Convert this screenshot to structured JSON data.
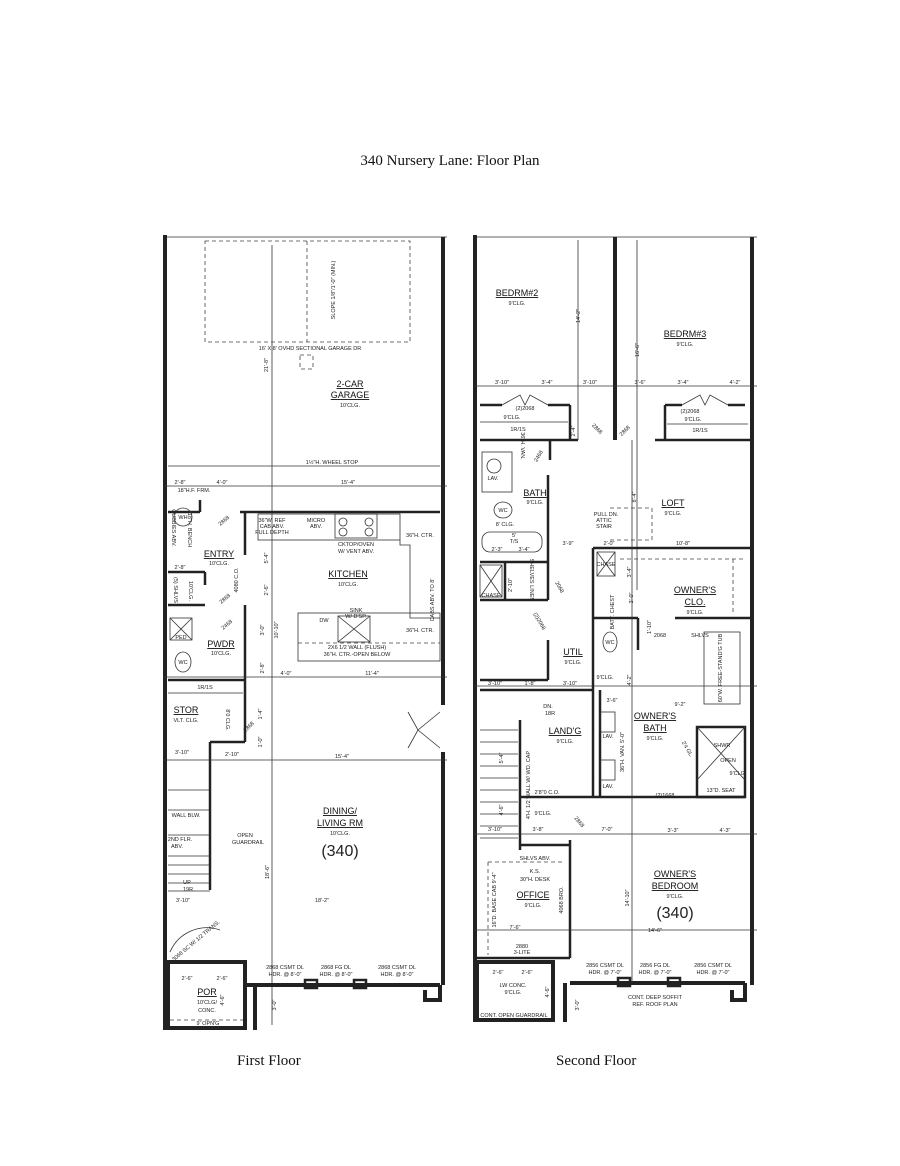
{
  "title": "340 Nursery Lane: Floor Plan",
  "captions": {
    "first": "First Floor",
    "second": "Second Floor"
  },
  "first_floor": {
    "rooms": [
      "2-CAR",
      "GARAGE",
      "ENTRY",
      "KITCHEN",
      "PWDR",
      "STOR",
      "DINING/",
      "LIVING RM",
      "POR"
    ],
    "ceilings": [
      "10'CLG.",
      "10'CLG.",
      "10'CLG.",
      "10'CLG.",
      "VLT. CLG.",
      "10'CLG.",
      "10'CLG/",
      "CONC.",
      "8'0 CLG.",
      "10'CLG."
    ],
    "unit_number": "(340)",
    "notes": [
      "16' X 8' OVHD SECTIONAL GARAGE DR",
      "SLOPE 1/8\"/1'-0\" (MIN.)",
      "1½\"H. WHEEL STOP",
      "18\"H.F. FRM.",
      "WH",
      "36\"W. REF",
      "CAB ABV.",
      "FULL DEPTH",
      "MICRO",
      "ABV.",
      "CKTOP/OVEN",
      "W/ VENT ABV.",
      "36\"H. CTR.",
      "CABS ABV. TO 8'",
      "SINK",
      "W/ D'SP.",
      "DW",
      "36\"H. CTR.",
      "2X6 1/2 WALL (FLUSH)",
      "36\"H. CTR.-OPEN BELOW",
      "4080 C.O.",
      "CUBBIES ABV.",
      "18\"H. BENCH",
      "(5) SHLVS",
      "PED",
      "WC",
      "2868",
      "2868",
      "2468",
      "1R/1S",
      "2868",
      "WALL BLW.",
      "2ND FLR.",
      "ABV.",
      "OPEN",
      "GUARDRAIL",
      "UP",
      "19R",
      "3068 SC W/ 1/2 TRANS.",
      "2868 CSMT DL",
      "HDR. @ 8'-0\"",
      "2868 FG DL",
      "HDR. @ 8'-0\"",
      "2868 CSMT DL",
      "HDR. @ 8'-0\"",
      "9' OPN'G"
    ],
    "dimensions": [
      "21'-8\"",
      "2'-8\"",
      "4'-0\"",
      "15'-4\"",
      "5'-4\"",
      "2'-6\"",
      "3'-0\"",
      "10'-10\"",
      "2'-8\"",
      "4'-0\"",
      "11'-4\"",
      "2'-8\"",
      "3'-10\"",
      "2'-10\"",
      "15'-4\"",
      "3'-10\"",
      "18'-6\"",
      "18'-2\"",
      "2'-6\"",
      "2'-6\"",
      "4'-6\"",
      "3'-0\"",
      "1'-4\"",
      "1'-0\""
    ]
  },
  "second_floor": {
    "rooms": [
      "BEDRM#2",
      "BEDRM#3",
      "BATH",
      "LOFT",
      "OWNER'S",
      "CLO.",
      "UTIL",
      "LAND'G",
      "OWNER'S",
      "BATH",
      "OFFICE",
      "OWNER'S",
      "BEDROOM"
    ],
    "ceilings": [
      "9'CLG.",
      "9'CLG.",
      "9'CLG.",
      "9'CLG.",
      "9'CLG.",
      "9'CLG.",
      "9'CLG.",
      "9'CLG.",
      "9'CLG.",
      "9'CLG.",
      "9'CLG.",
      "9'CLG.",
      "9'CLG.",
      "8' CLG.",
      "9'CLG.",
      "9'CLG.",
      "LW CONC.",
      "9'CLG."
    ],
    "unit_number": "(340)",
    "notes": [
      "(2)2068",
      "1R/1S",
      "(2)2068",
      "1R/1S",
      "2868",
      "2868",
      "LAV.",
      "36\"H. VAN.",
      "WC",
      "5'",
      "T/S",
      "2468",
      "PULL DN.",
      "ATTIC",
      "STAIR",
      "CHASE",
      "SHELVES LINEN",
      "2068",
      "(2)2068",
      "CHASE",
      "BATT. CHEST",
      "SHLVS",
      "2068",
      "WC",
      "60\"W. FREE-STAND'G TUB",
      "DN.",
      "18R",
      "4'H. 1/2 WALL W/ WD. CAP",
      "LAV.",
      "LAV.",
      "36\"H. VAN. 5'-0\"",
      "SHWR",
      "OPEN",
      "13\"D. SEAT",
      "(2)1668",
      "2'8\"0 C.O.",
      "2868",
      "SHLVS ABV.",
      "K.S.",
      "30\"H. DESK",
      "16\"D. BASE CAB 9'-4\"",
      "4068 BRO.",
      "2880",
      "3-LITE",
      "2856 CSMT DL",
      "HDR. @ 7'-0\"",
      "2856 FG DL",
      "HDR. @ 7'-0\"",
      "2856 CSMT DL",
      "HDR. @ 7'-0\"",
      "CONT. OPEN GUARDRAIL",
      "CONT. DEEP SOFFIT",
      "REF. ROOF PLAN",
      "2'4 GL."
    ],
    "dimensions": [
      "14'-2\"",
      "16'-6\"",
      "3'-10\"",
      "3'-4\"",
      "3'-10\"",
      "3'-6\"",
      "3'-4\"",
      "4'-2\"",
      "2'-4\"",
      "8'-4\"",
      "3'-9\"",
      "2'-0\"",
      "10'-8\"",
      "2'-3\"",
      "3'-4\"",
      "2'-10\"",
      "3'-4\"",
      "3'-0\"",
      "1'-10\"",
      "4'-2\"",
      "3'-10\"",
      "1'-8\"",
      "3'-10\"",
      "3'-6\"",
      "9'-2\"",
      "5'-4\"",
      "4'-6\"",
      "3'-10\"",
      "3'-8\"",
      "7'-0\"",
      "3'-3\"",
      "4'-3\"",
      "7'-6\"",
      "14'-10\"",
      "14'-6\"",
      "2'-6\"",
      "2'-6\"",
      "4'-6\"",
      "3'-0\""
    ]
  }
}
